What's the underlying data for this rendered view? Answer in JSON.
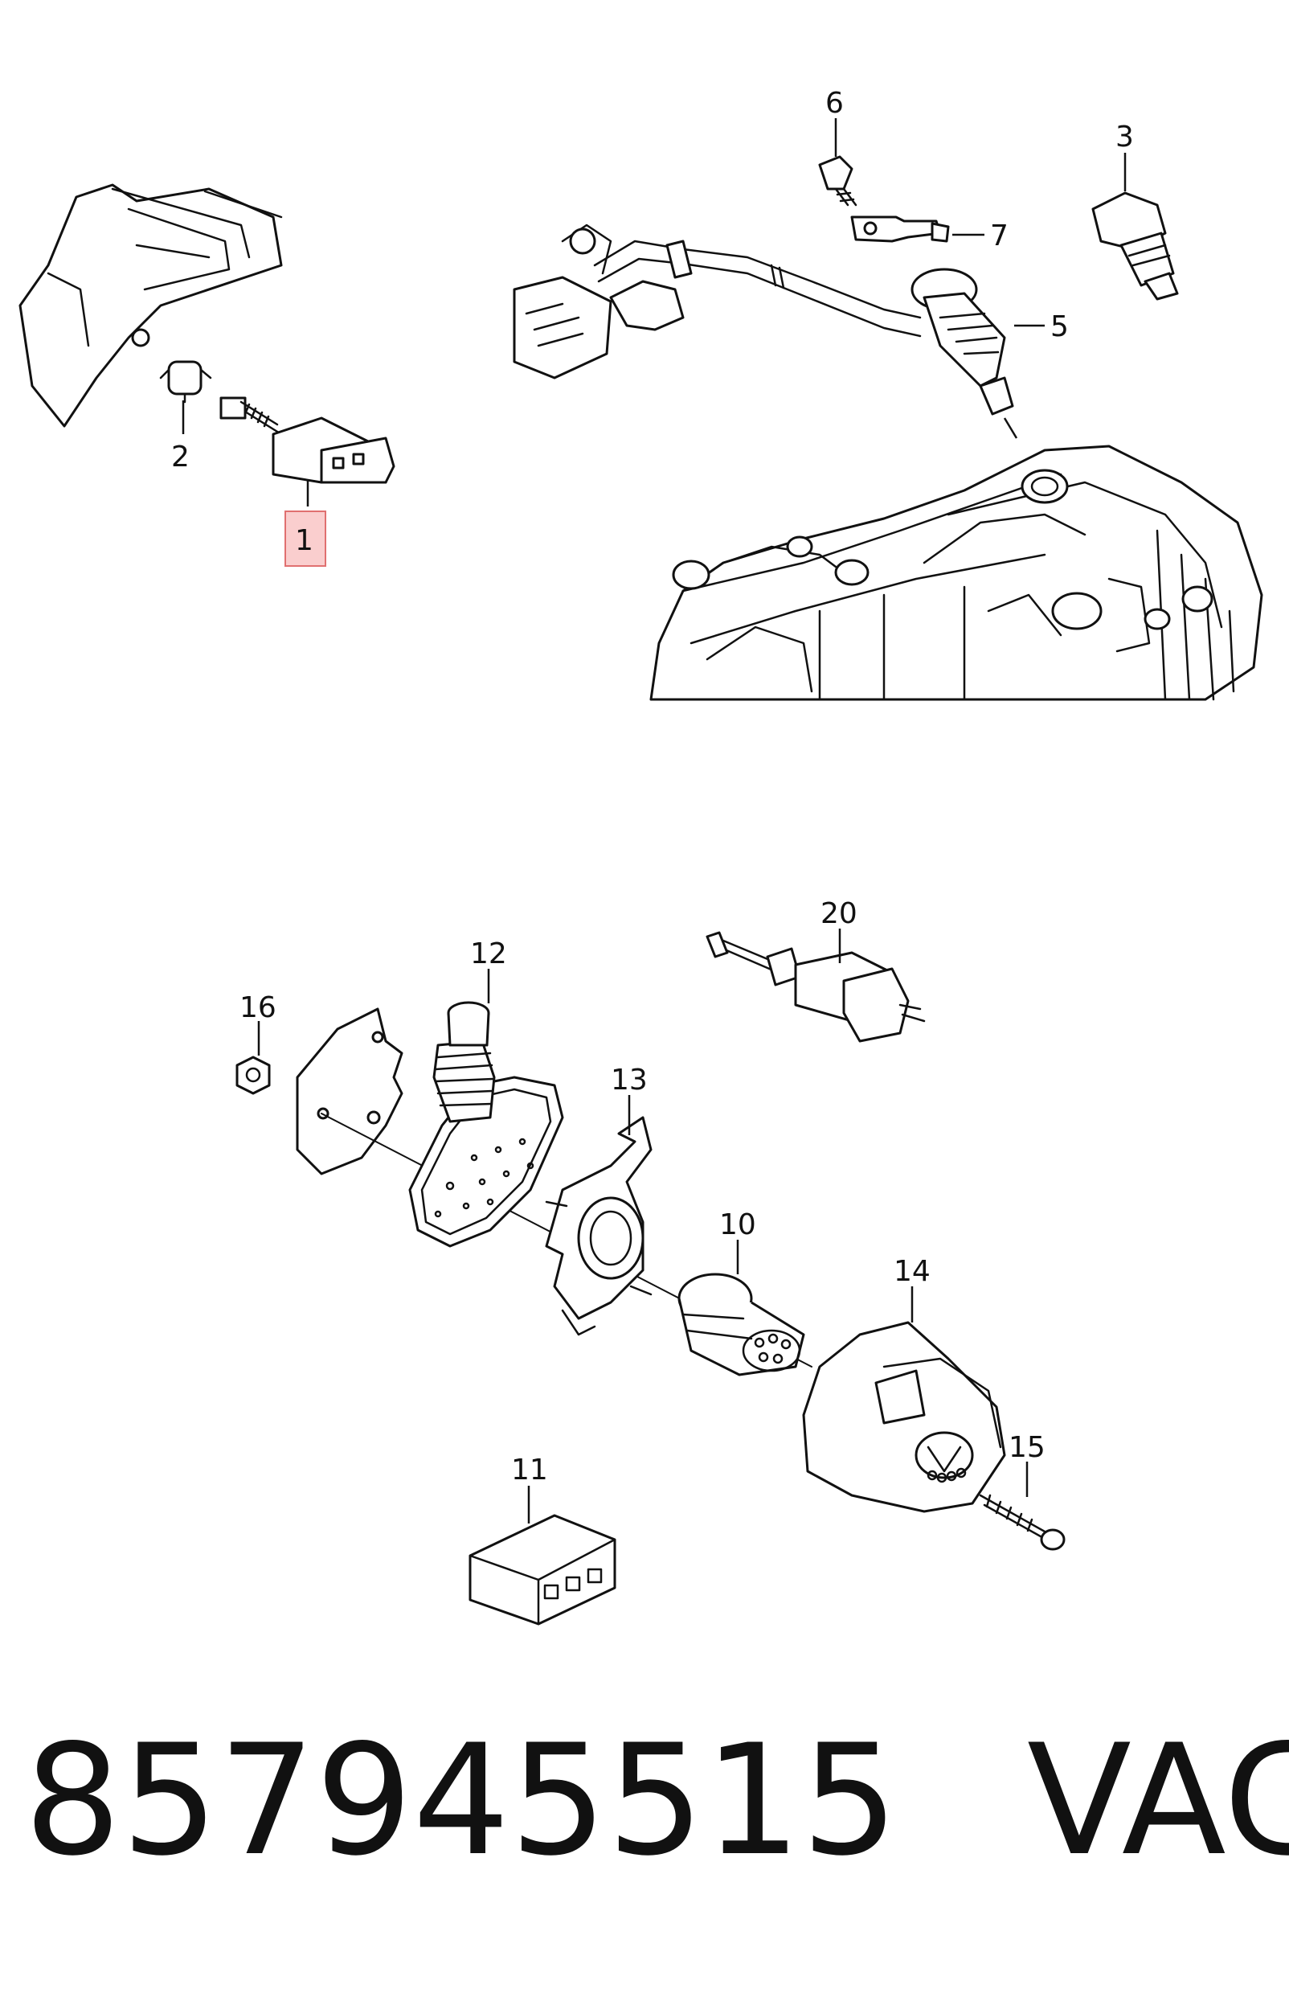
{
  "diagram": {
    "highlight_color": "#f5a5a5",
    "callouts": {
      "c1": "1",
      "c2": "2",
      "c3": "3",
      "c5": "5",
      "c6": "6",
      "c7": "7",
      "c10": "10",
      "c11": "11",
      "c12": "12",
      "c13": "13",
      "c14": "14",
      "c15": "15",
      "c16": "16",
      "c20": "20"
    }
  },
  "footer": {
    "part_number": "857945515",
    "brand": "VAG"
  }
}
